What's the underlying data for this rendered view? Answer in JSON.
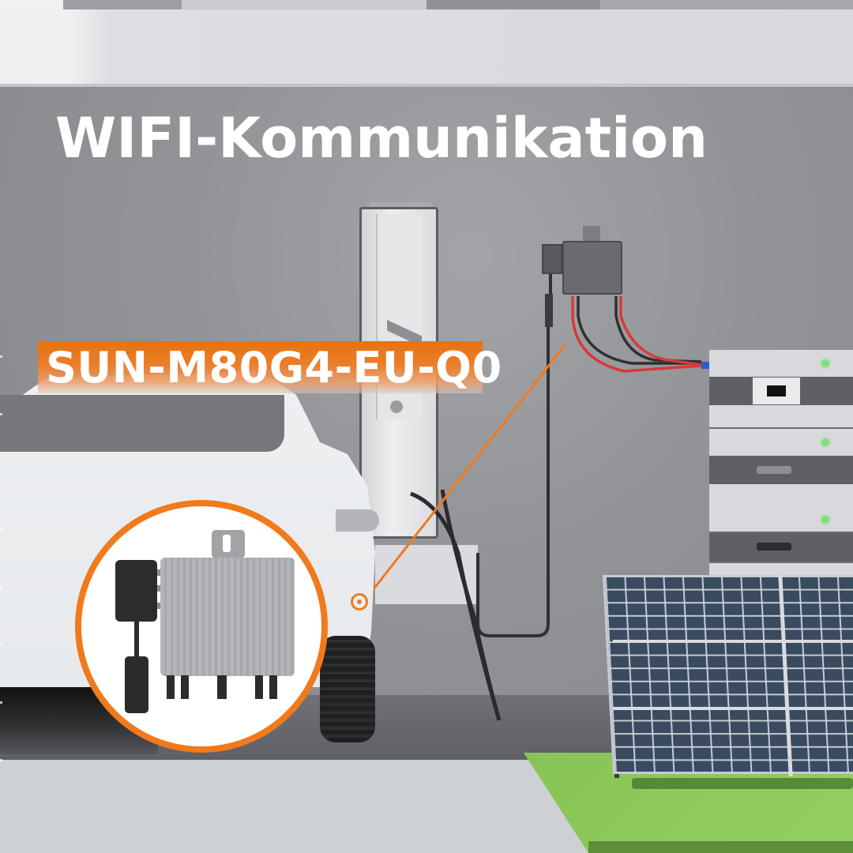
{
  "headline": {
    "title": "WIFI-Kommunikation"
  },
  "product": {
    "model": "SUN-M80G4-EU-Q0"
  },
  "scene": {
    "elements": [
      "ev-charger",
      "electric-car",
      "micro-inverter",
      "battery-storage",
      "solar-panel",
      "grass-patch"
    ]
  },
  "colors": {
    "accent": "#f07a1c",
    "tag_orange": "#e8720f",
    "wall_gray": "#929397",
    "headline_text": "#ffffff",
    "cable_red": "#d8393a",
    "battery_connector": "#2a5bd6",
    "status_led": "#7fe07d",
    "panel_cells": "#3a4a5f",
    "grass": "#8cc95a"
  }
}
